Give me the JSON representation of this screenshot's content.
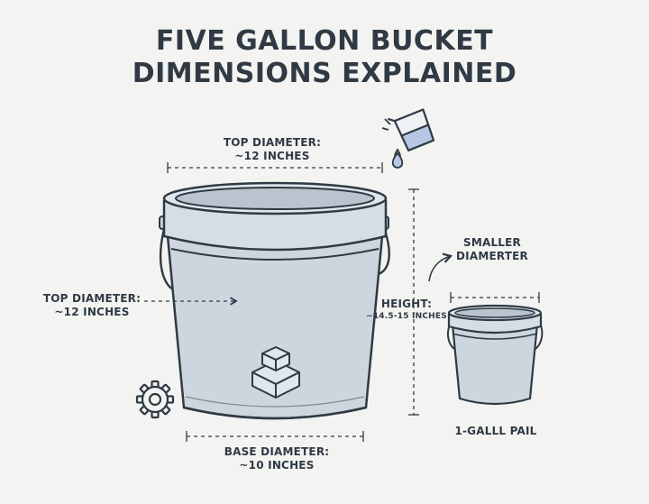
{
  "title": {
    "line1": "FIVE GALLON BUCKET",
    "line2": "DIMENSIONS EXPLAINED"
  },
  "labels": {
    "top_diameter_upper": {
      "line1": "TOP DIAMETER:",
      "line2": "~12 INCHES"
    },
    "top_diameter_side": {
      "line1": "TOP DIAMETER:",
      "line2": "~12 INCHES"
    },
    "base_diameter": {
      "line1": "BASE DIAMETER:",
      "line2": "~10 INCHES"
    },
    "height": {
      "line1": "HEIGHT:",
      "line2": "~14.5-15 INCHES"
    },
    "smaller_diameter": {
      "line1": "SMALLER",
      "line2": "DIAMERTER"
    },
    "small_pail": "1-GALLL PAIL"
  },
  "colors": {
    "background": "#f3f3f1",
    "ink": "#2f3a44",
    "bucket_fill": "#cdd6de",
    "bucket_shade": "#b9c4ce",
    "water": "#b7c7e3"
  },
  "icons": [
    "gear-icon",
    "box-stack-icon",
    "pouring-cup-icon",
    "water-drop-icon"
  ]
}
